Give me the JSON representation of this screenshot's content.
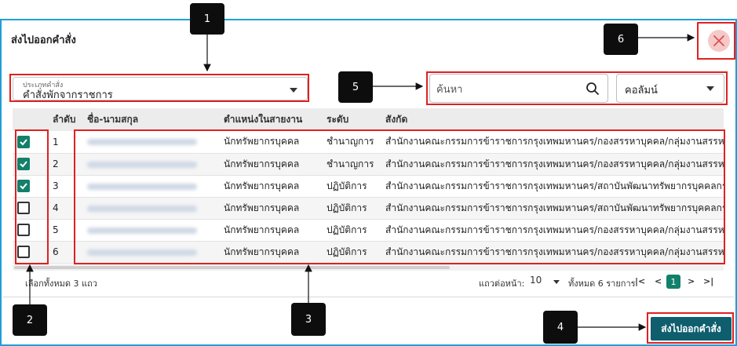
{
  "dialog": {
    "title": "ส่งไปออกคำสั่ง",
    "submit_label": "ส่งไปออกคำสั่ง"
  },
  "order_type": {
    "label": "ประเภทคำสั่ง",
    "value": "คำสั่งพักจากราชการ"
  },
  "search": {
    "placeholder": "ค้นหา"
  },
  "column_filter": {
    "value": "คอลัมน์"
  },
  "table": {
    "headers": {
      "index": "ลำดับ",
      "name": "ชื่อ-นามสกุล",
      "position": "ตำแหน่งในสายงาน",
      "level": "ระดับ",
      "department": "สังกัด"
    },
    "rows": [
      {
        "checked": true,
        "index": "1",
        "position": "นักทรัพยากรบุคคล",
        "level": "ชำนาญการ",
        "department": "สำนักงานคณะกรรมการข้าราชการกรุงเทพมหานคร/กองสรรหาบุคคล/กลุ่มงานสรรหาบุคคล"
      },
      {
        "checked": true,
        "index": "2",
        "position": "นักทรัพยากรบุคคล",
        "level": "ชำนาญการ",
        "department": "สำนักงานคณะกรรมการข้าราชการกรุงเทพมหานคร/กองสรรหาบุคคล/กลุ่มงานสรรหาบุคคล"
      },
      {
        "checked": true,
        "index": "3",
        "position": "นักทรัพยากรบุคคล",
        "level": "ปฏิบัติการ",
        "department": "สำนักงานคณะกรรมการข้าราชการกรุงเทพมหานคร/สถาบันพัฒนาทรัพยากรบุคคลกรุงเทพมหานคร"
      },
      {
        "checked": false,
        "index": "4",
        "position": "นักทรัพยากรบุคคล",
        "level": "ปฏิบัติการ",
        "department": "สำนักงานคณะกรรมการข้าราชการกรุงเทพมหานคร/สถาบันพัฒนาทรัพยากรบุคคลกรุงเทพมหานคร"
      },
      {
        "checked": false,
        "index": "5",
        "position": "นักทรัพยากรบุคคล",
        "level": "ปฏิบัติการ",
        "department": "สำนักงานคณะกรรมการข้าราชการกรุงเทพมหานคร/กองสรรหาบุคคล/กลุ่มงานสรรหาบุคคล"
      },
      {
        "checked": false,
        "index": "6",
        "position": "นักทรัพยากรบุคคล",
        "level": "ปฏิบัติการ",
        "department": "สำนักงานคณะกรรมการข้าราชการกรุงเทพมหานคร/กองสรรหาบุคคล/กลุ่มงานสรรหาบุคคล"
      }
    ]
  },
  "footer": {
    "selected_text": "เลือกทั้งหมด 3 แถว",
    "rows_per_page_label": "แถวต่อหน้า:",
    "rows_per_page_value": "10",
    "total_text": "ทั้งหมด 6 รายการ",
    "current_page": "1",
    "first_glyph": "|<",
    "prev_glyph": "<",
    "next_glyph": ">",
    "last_glyph": ">|"
  },
  "callouts": [
    "1",
    "2",
    "3",
    "4",
    "5",
    "6"
  ],
  "colors": {
    "accent": "#12806a",
    "submit": "#0e5e6e",
    "highlight": "#e02020",
    "dialog_border": "#1f9fd8"
  }
}
